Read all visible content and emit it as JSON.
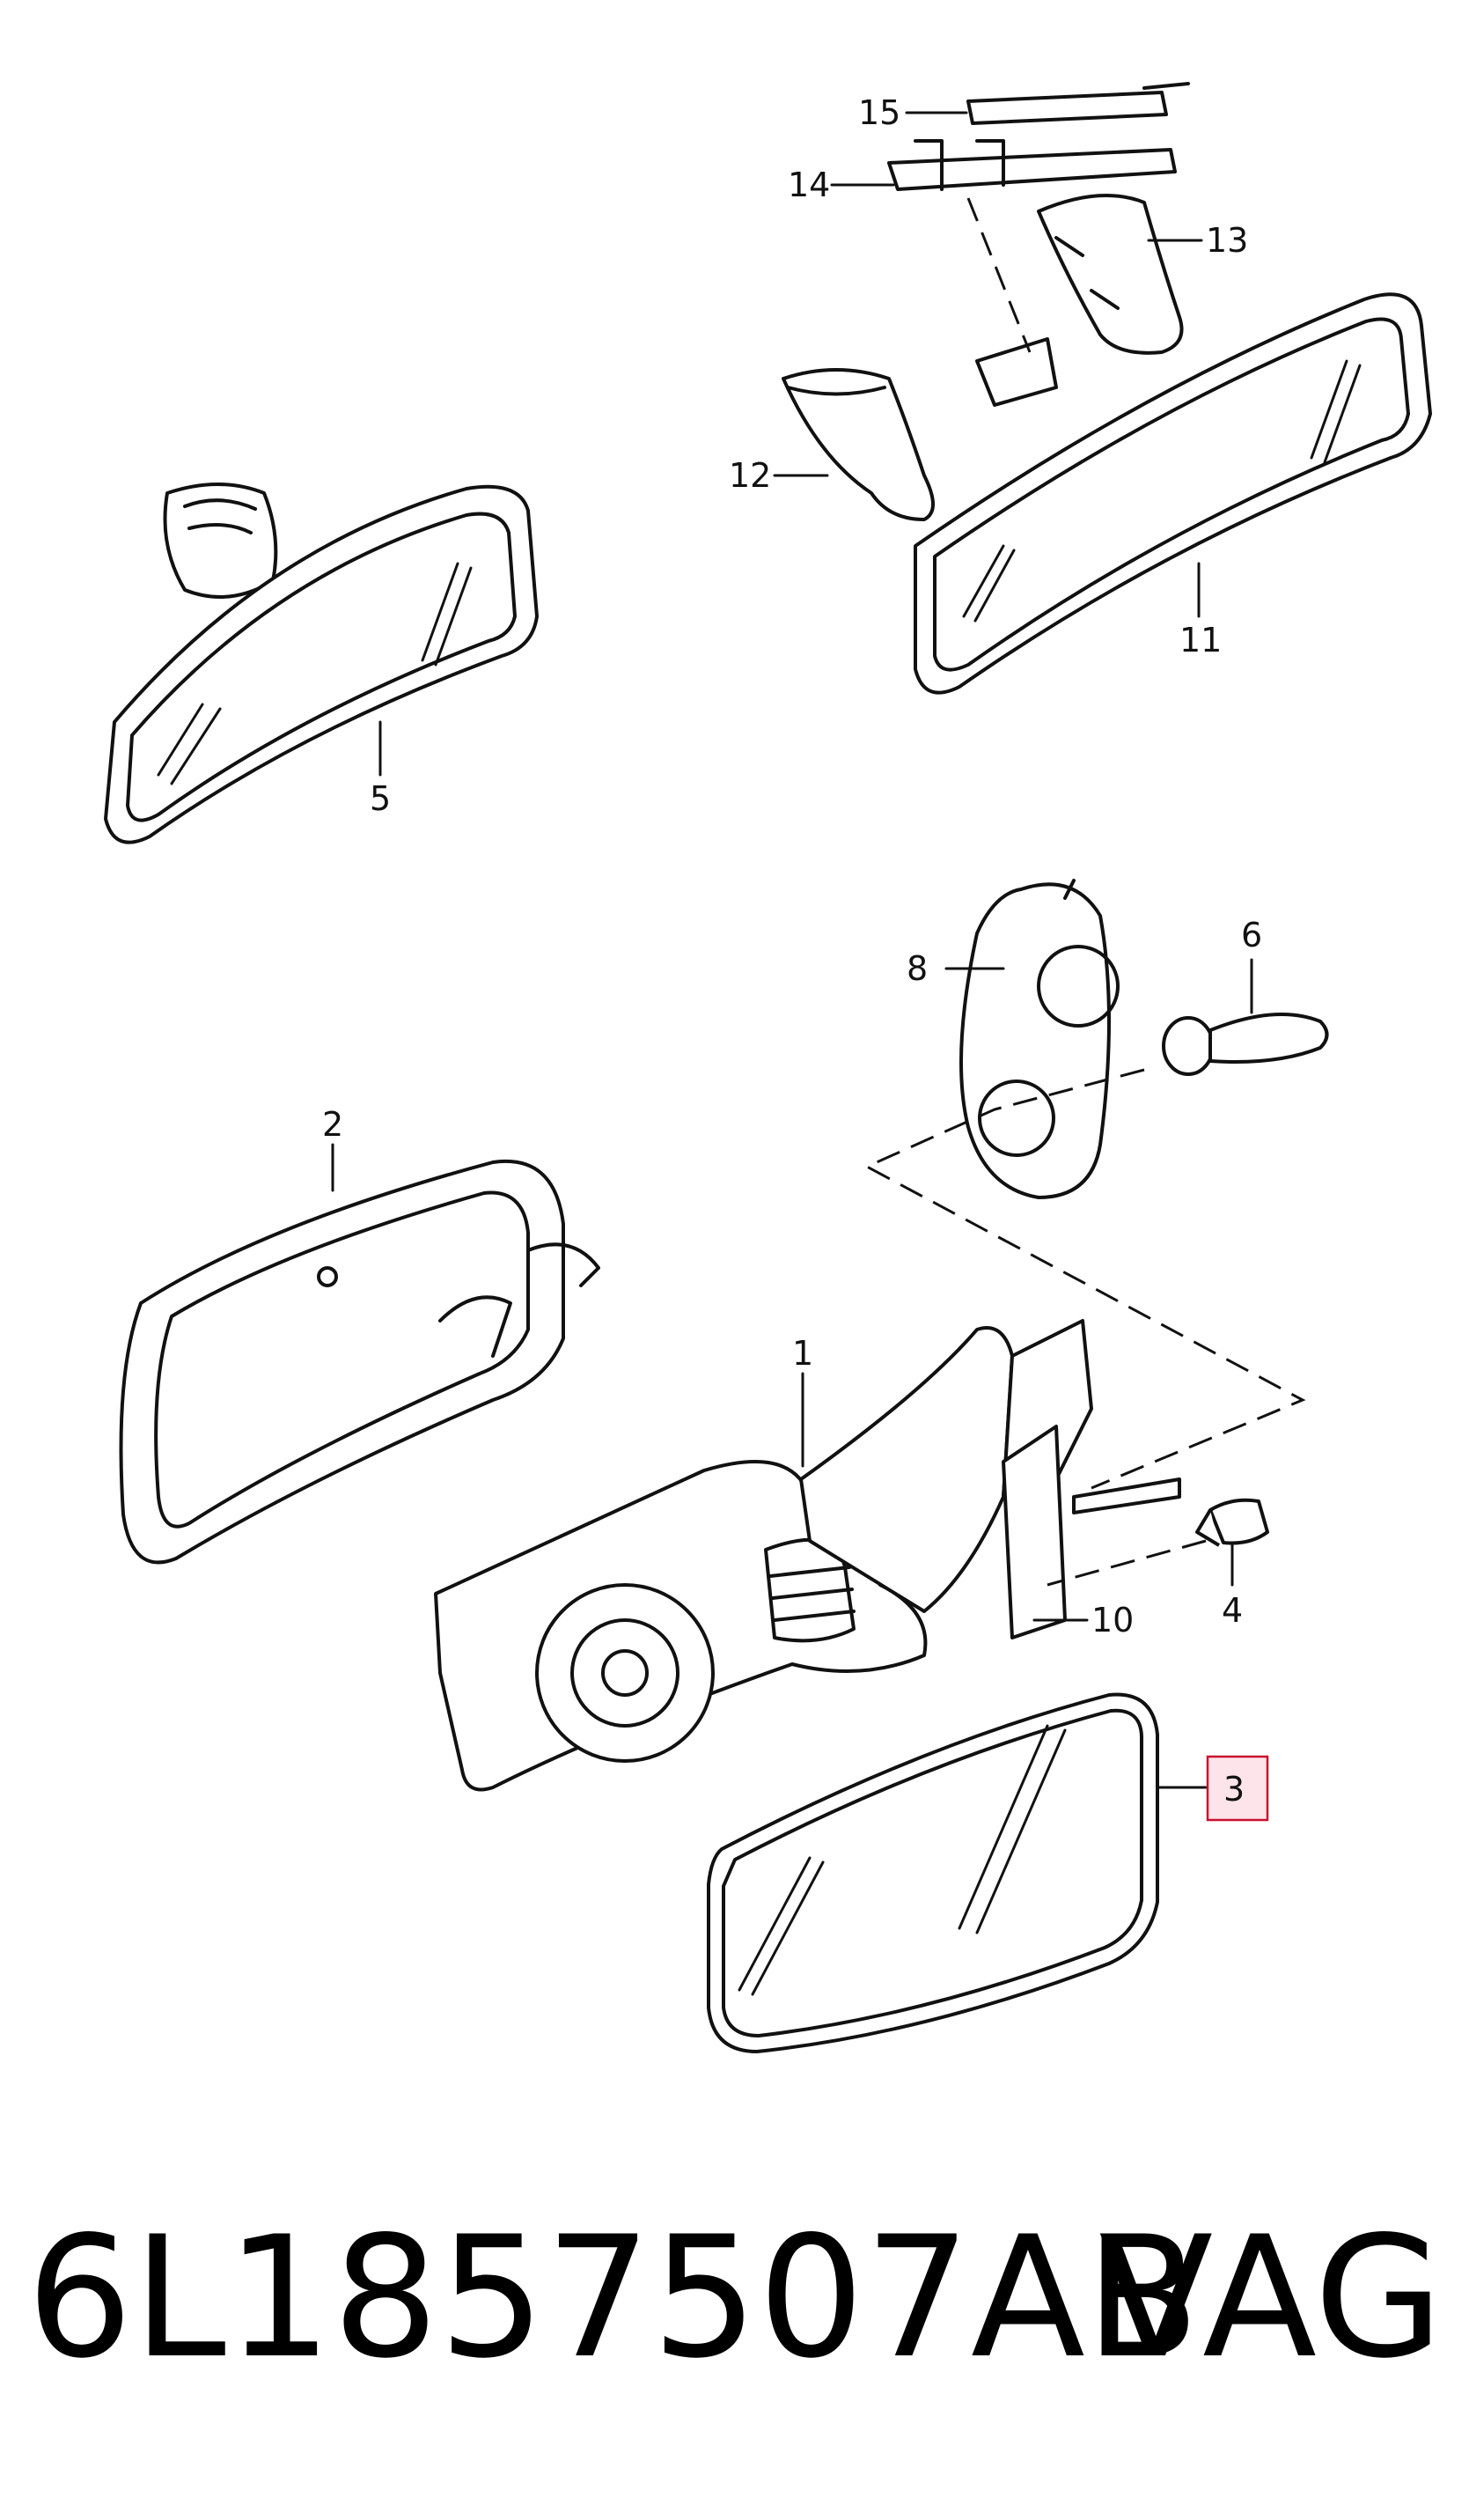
{
  "callouts": {
    "c1": "1",
    "c2": "2",
    "c3": "3",
    "c4": "4",
    "c5": "5",
    "c6": "6",
    "c8": "8",
    "c10": "10",
    "c11": "11",
    "c12": "12",
    "c13": "13",
    "c14": "14",
    "c15": "15"
  },
  "highlighted_callout": "3",
  "colors": {
    "highlight_fill": "#fde4ea",
    "highlight_stroke": "#c8102e",
    "line": "#111111"
  },
  "footer": {
    "part_number": "6L1857507AB",
    "brand": "VAG"
  }
}
